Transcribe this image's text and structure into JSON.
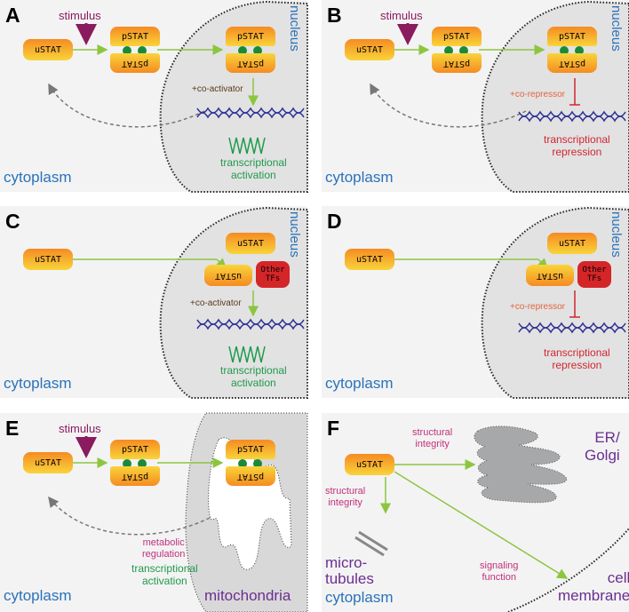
{
  "panels": {
    "a": {
      "letter": "A",
      "stimulus": "stimulus",
      "ustat": "uSTAT",
      "pstat": "pSTAT",
      "nucleus": "nucleus",
      "co": "+co-activator",
      "outcome1": "transcriptional",
      "outcome2": "activation",
      "cytoplasm": "cytoplasm"
    },
    "b": {
      "letter": "B",
      "stimulus": "stimulus",
      "ustat": "uSTAT",
      "pstat": "pSTAT",
      "nucleus": "nucleus",
      "co": "+co-repressor",
      "outcome1": "transcriptional",
      "outcome2": "repression",
      "cytoplasm": "cytoplasm"
    },
    "c": {
      "letter": "C",
      "ustat": "uSTAT",
      "other1": "Other",
      "other2": "TFs",
      "nucleus": "nucleus",
      "co": "+co-activator",
      "outcome1": "transcriptional",
      "outcome2": "activation",
      "cytoplasm": "cytoplasm"
    },
    "d": {
      "letter": "D",
      "ustat": "uSTAT",
      "other1": "Other",
      "other2": "TFs",
      "nucleus": "nucleus",
      "co": "+co-repressor",
      "outcome1": "transcriptional",
      "outcome2": "repression",
      "cytoplasm": "cytoplasm"
    },
    "e": {
      "letter": "E",
      "stimulus": "stimulus",
      "ustat": "uSTAT",
      "pstat": "pSTAT",
      "metabolic1": "metabolic",
      "metabolic2": "regulation",
      "outcome1": "transcriptional",
      "outcome2": "activation",
      "organelle": "mitochondria",
      "cytoplasm": "cytoplasm"
    },
    "f": {
      "letter": "F",
      "ustat": "uSTAT",
      "struct1": "structural",
      "struct2": "integrity",
      "er1": "ER/",
      "er2": "Golgi",
      "mt1": "micro-",
      "mt2": "tubules",
      "sig1": "signaling",
      "sig2": "function",
      "cell1": "cell",
      "cell2": "membrane",
      "cytoplasm": "cytoplasm"
    }
  },
  "colors": {
    "arrow_green": "#8cc63f",
    "stimulus": "#8a1b5e",
    "dna": "#2e3192",
    "repress": "#d1262f",
    "activate": "#1f9a4a",
    "nucleus_text": "#2a72b8",
    "organelle_text": "#6b2f8f"
  }
}
